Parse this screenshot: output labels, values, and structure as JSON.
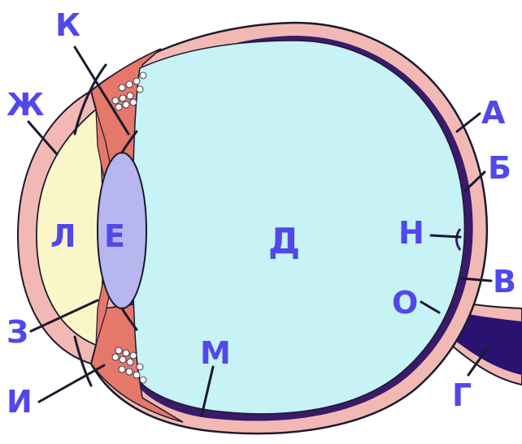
{
  "diagram": {
    "labels": {
      "A": "А",
      "B": "Б",
      "V": "В",
      "G": "Г",
      "D": "Д",
      "E": "Е",
      "Zh": "Ж",
      "Z": "З",
      "I": "И",
      "K": "К",
      "L": "Л",
      "M": "М",
      "N": "Н",
      "O": "О"
    },
    "colors": {
      "label": "#5148ea",
      "sclera": "#f2b9b4",
      "choroid": "#e5776b",
      "retina": "#3a1a6b",
      "vitreous": "#c7f2f6",
      "lens": "#b8b6ee",
      "aqueous": "#fbf6c7",
      "optic_nerve": "#2a1370"
    }
  }
}
